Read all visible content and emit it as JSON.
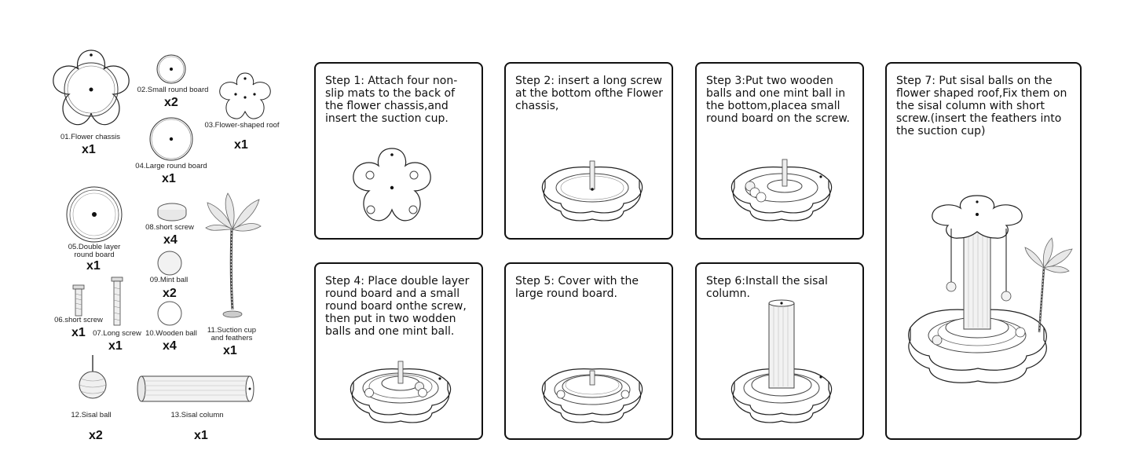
{
  "parts": [
    {
      "id": "p01",
      "label": "01.Flower chassis",
      "qty": "x1"
    },
    {
      "id": "p02",
      "label": "02.Small round board",
      "qty": "x2"
    },
    {
      "id": "p03",
      "label": "03.Flower-shaped roof",
      "qty": "x1"
    },
    {
      "id": "p04",
      "label": "04.Large round board",
      "qty": "x1"
    },
    {
      "id": "p05",
      "label": "05.Double layer round board",
      "qty": "x1"
    },
    {
      "id": "p08",
      "label": "08.short screw",
      "qty": "x4"
    },
    {
      "id": "p09",
      "label": "09.Mint ball",
      "qty": "x2"
    },
    {
      "id": "p10",
      "label": "10.Wooden ball",
      "qty": "x4"
    },
    {
      "id": "p11",
      "label": "11.Suction cup and feathers",
      "qty": "x1"
    },
    {
      "id": "p06",
      "label": "06.short screw",
      "qty": "x1"
    },
    {
      "id": "p07",
      "label": "07.Long screw",
      "qty": "x1"
    },
    {
      "id": "p12",
      "label": "12.Sisal ball",
      "qty": "x2"
    },
    {
      "id": "p13",
      "label": "13.Sisal column",
      "qty": "x1"
    }
  ],
  "steps": [
    {
      "id": "s1",
      "text": "Step 1: Attach four non-slip mats to the back of the flower chassis,and insert the suction cup."
    },
    {
      "id": "s2",
      "text": "Step 2: insert a long screw at the bottom ofthe Flower chassis,"
    },
    {
      "id": "s3",
      "text": "Step 3:Put two wooden balls and one mint ball in the bottom,placea small round board on the screw."
    },
    {
      "id": "s4",
      "text": "Step 4: Place double layer round board and a small round board onthe screw, then put in two wodden balls and one mint ball."
    },
    {
      "id": "s5",
      "text": "Step 5: Cover with the large round board."
    },
    {
      "id": "s6",
      "text": "Step 6:Install the sisal column."
    },
    {
      "id": "s7",
      "text": "Step 7: Put sisal balls on the flower shaped roof,Fix them on the sisal column with short screw.(insert the feathers into the suction cup)"
    }
  ],
  "icons": [
    "flower-chassis-icon",
    "round-board-icon",
    "flower-roof-icon",
    "screw-icon",
    "mint-ball-icon",
    "wooden-ball-icon",
    "feather-wand-icon",
    "sisal-ball-icon",
    "sisal-column-icon",
    "assembly-icon"
  ]
}
